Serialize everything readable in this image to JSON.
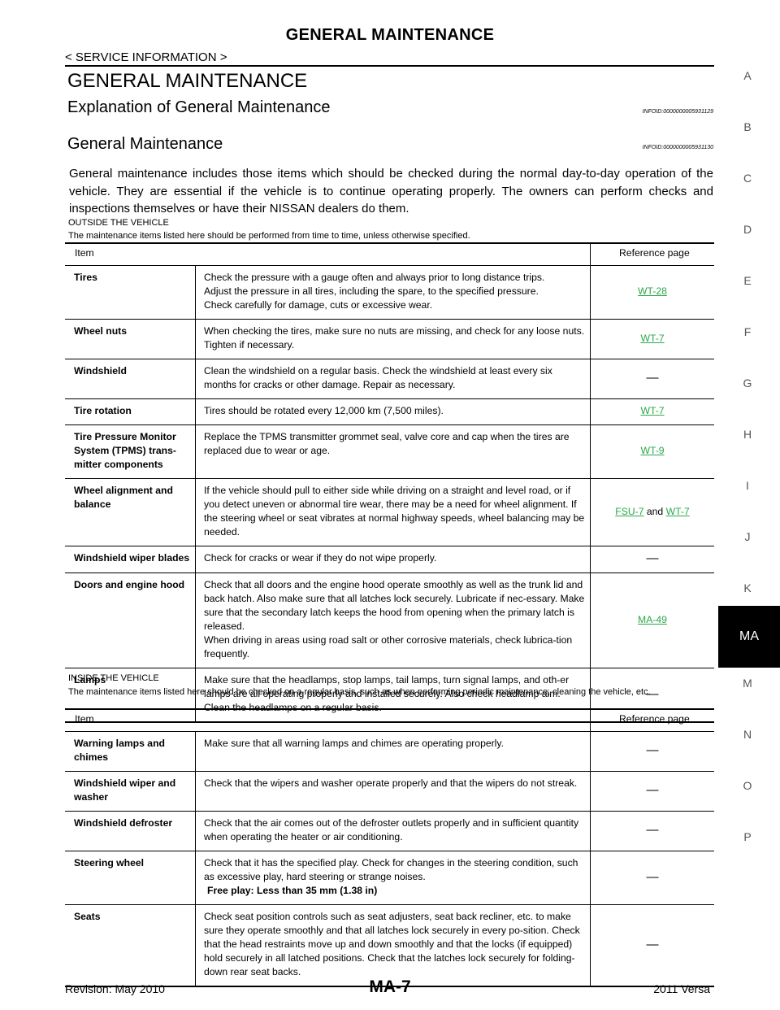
{
  "header": {
    "title": "GENERAL MAINTENANCE",
    "breadcrumb": "< SERVICE INFORMATION >"
  },
  "section_title": "GENERAL MAINTENANCE",
  "subsections": [
    {
      "title": "Explanation of General Maintenance",
      "info_id": "INFOID:0000000005931129"
    },
    {
      "title": "General Maintenance",
      "info_id": "INFOID:0000000005931130"
    }
  ],
  "intro": "General maintenance includes those items which should be checked during the normal day-to-day operation of the vehicle. They are essential if the vehicle is to continue operating properly. The owners can perform checks and inspections themselves or have their NISSAN dealers do them.",
  "outside": {
    "heading": "OUTSIDE THE VEHICLE",
    "note": "The maintenance items listed here should be performed from time to time, unless otherwise specified.",
    "col_item": "Item",
    "col_ref": "Reference page",
    "rows": [
      {
        "item": "Tires",
        "desc": "Check the pressure with a gauge often and always prior to long distance trips.\nAdjust the pressure in all tires, including the spare, to the specified pressure.\nCheck carefully for damage, cuts or excessive wear.",
        "ref1": "WT-28"
      },
      {
        "item": "Wheel nuts",
        "desc": "When checking the tires, make sure no nuts are missing, and check for any loose nuts. Tighten if necessary.",
        "ref1": "WT-7"
      },
      {
        "item": "Windshield",
        "desc": "Clean the windshield on a regular basis. Check the windshield at least every six months for cracks or other damage. Repair as necessary.",
        "ref_text": "—"
      },
      {
        "item": "Tire rotation",
        "desc": "Tires should be rotated every 12,000 km (7,500 miles).",
        "ref1": "WT-7"
      },
      {
        "item": "Tire Pressure Monitor System (TPMS) trans-mitter components",
        "desc": "Replace the TPMS transmitter grommet seal, valve core and cap when the tires are replaced due to wear or age.",
        "ref1": "WT-9"
      },
      {
        "item": "Wheel alignment and balance",
        "desc": "If the vehicle should pull to either side while driving on a straight and level road, or if you detect uneven or abnormal tire wear, there may be a need for wheel alignment. If the steering wheel or seat vibrates at normal highway speeds, wheel balancing may be needed.",
        "ref1": "FSU-7",
        "ref_join": " and ",
        "ref2": "WT-7"
      },
      {
        "item": "Windshield wiper blades",
        "desc": "Check for cracks or wear if they do not wipe properly.",
        "ref_text": "—"
      },
      {
        "item": "Doors and engine hood",
        "desc": "Check that all doors and the engine hood operate smoothly as well as the trunk lid and back hatch. Also make sure that all latches lock securely. Lubricate if nec-essary. Make sure that the secondary latch keeps the hood from opening when the primary latch is released.\nWhen driving in areas using road salt or other corrosive materials, check lubrica-tion frequently.",
        "ref1": "MA-49"
      },
      {
        "item": "Lamps",
        "desc": "Make sure that the headlamps, stop lamps, tail lamps, turn signal lamps, and oth-er lamps are all operating properly and installed securely. Also check headlamp aim. Clean the headlamps on a regular basis.",
        "ref_text": "—"
      }
    ]
  },
  "inside": {
    "heading": "INSIDE THE VEHICLE",
    "note": "The maintenance items listed here should be checked on a regular basis, such as when performing periodic maintenance, cleaning the vehicle, etc.",
    "col_item": "Item",
    "col_ref": "Reference page",
    "rows": [
      {
        "item": "Warning lamps and chimes",
        "desc": "Make sure that all warning lamps and chimes are operating properly.",
        "ref_text": "—"
      },
      {
        "item": "Windshield wiper and washer",
        "desc": "Check that the wipers and washer operate properly and that the wipers do not streak.",
        "ref_text": "—"
      },
      {
        "item": "Windshield defroster",
        "desc": "Check that the air comes out of the defroster outlets properly and in sufficient quantity when operating the heater or air conditioning.",
        "ref_text": "—"
      },
      {
        "item": "Steering wheel",
        "desc": "Check that it has the specified play. Check for changes in the steering condition, such as excessive play, hard steering or strange noises.",
        "desc_bold": "Free play: Less than 35 mm (1.38 in)",
        "ref_text": "—"
      },
      {
        "item": "Seats",
        "desc": "Check seat position controls such as seat adjusters, seat back recliner, etc. to make sure they operate smoothly and that all latches lock securely in every po-sition. Check that the head restraints move up and down smoothly and that the locks (if equipped) hold securely in all latched positions. Check that the latches lock securely for folding-down rear seat backs.",
        "ref_text": "—"
      }
    ]
  },
  "side_index": [
    "A",
    "B",
    "C",
    "D",
    "E",
    "F",
    "G",
    "H",
    "I",
    "J",
    "K",
    "MA",
    "M",
    "N",
    "O",
    "P"
  ],
  "side_index_active": "MA",
  "footer": {
    "left": "Revision: May 2010",
    "center": "MA-7",
    "right": "2011 Versa"
  },
  "colors": {
    "link": "#2aa84a",
    "active_tab_bg": "#000000"
  }
}
